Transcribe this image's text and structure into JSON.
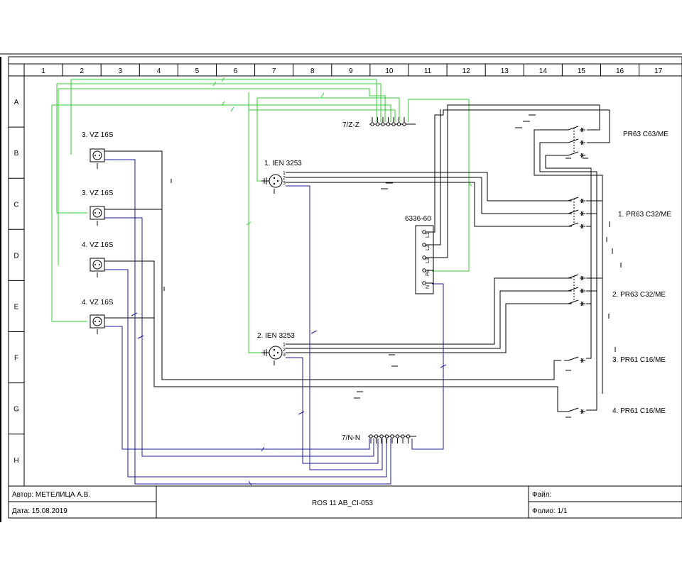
{
  "grid": {
    "columns": [
      "1",
      "2",
      "3",
      "4",
      "5",
      "6",
      "7",
      "8",
      "9",
      "10",
      "11",
      "12",
      "13",
      "14",
      "15",
      "16",
      "17"
    ],
    "rows": [
      "A",
      "B",
      "C",
      "D",
      "E",
      "F",
      "G",
      "H"
    ]
  },
  "components": {
    "sockets": [
      {
        "label": "3. VZ 16S"
      },
      {
        "label": "3. VZ 16S"
      },
      {
        "label": "4. VZ 16S"
      },
      {
        "label": "4. VZ 16S"
      }
    ],
    "inlets": [
      {
        "label": "1. IEN 3253"
      },
      {
        "label": "2. IEN 3253"
      }
    ],
    "terminal_block": {
      "label": "6336-60",
      "terminals": [
        "L1",
        "L2",
        "L3",
        "PE",
        "N"
      ]
    },
    "busbar_pe": {
      "label": "7/Z-Z"
    },
    "busbar_n": {
      "label": "7/N-N"
    },
    "breakers": [
      {
        "label": "PR63 C63/ME"
      },
      {
        "label": "1. PR63 C32/ME"
      },
      {
        "label": "2. PR63 C32/ME"
      },
      {
        "label": "3. PR61 C16/ME"
      },
      {
        "label": "4. PR61 C16/ME"
      }
    ]
  },
  "title_block": {
    "author": "Автор: МЕТЕЛИЦА А.В.",
    "date": "Дата: 15.08.2019",
    "title": "ROS 11 AB_CI-053",
    "file": "Файл:",
    "folio": "Фолио: 1/1"
  },
  "colors": {
    "frame": "#000000",
    "phase_wire": "#000000",
    "pe_wire": "#33cc33",
    "neutral_wire": "#1a1a99"
  }
}
